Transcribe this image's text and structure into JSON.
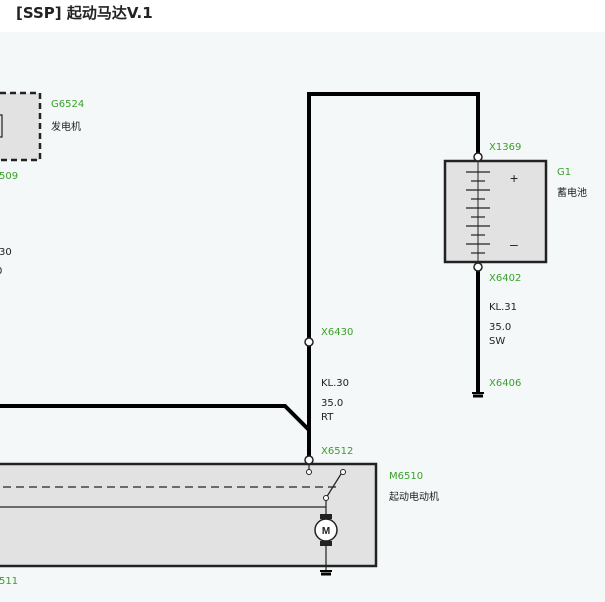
{
  "header": {
    "title": "[SSP] 起动马达V.1"
  },
  "colors": {
    "connector_label": "#3aa02a",
    "wire": "#000000",
    "component_fill": "#e2e2e2",
    "background": "#f5f8f9"
  },
  "components": {
    "generator": {
      "id": "G6524",
      "name": "发电机",
      "connector_partial": "509"
    },
    "battery": {
      "id": "G1",
      "name": "蓄电池",
      "plus": "+",
      "minus": "–",
      "connector_top": "X1369",
      "connector_bottom": "X6402"
    },
    "starter": {
      "id": "M6510",
      "name": "起动电动机",
      "motor_symbol": "M",
      "connector_top": "X6512",
      "connector_partial": "511"
    }
  },
  "wires": {
    "battery_ground": {
      "terminal": "KL.31",
      "size": "35.0",
      "color": "SW",
      "ground": "X6406"
    },
    "main_feed": {
      "connector": "X6430",
      "terminal": "KL.30",
      "size": "35.0",
      "color": "RT"
    }
  },
  "left_partial": {
    "line1": "30",
    "line2": "0"
  }
}
